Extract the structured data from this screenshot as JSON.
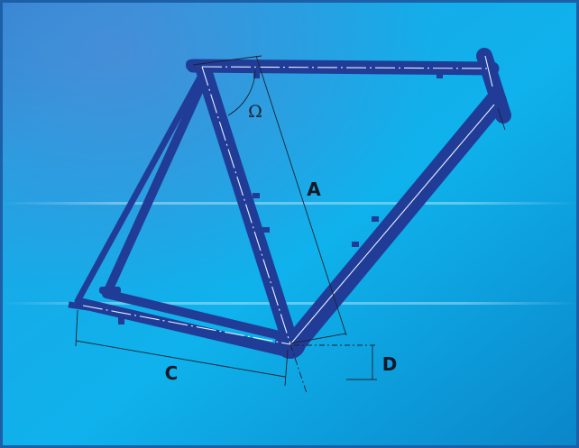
{
  "diagram": {
    "labels": {
      "angle": "Ω",
      "a": "A",
      "c": "C",
      "d": "D"
    },
    "colors": {
      "background_top": "#1f8fd8",
      "background_mid": "#14b4ec",
      "frame": "#213c97",
      "frame_dark": "#1a2f80",
      "dimension_line": "#1b2230",
      "centerline": "#e6f1ff",
      "border": "#1c5fa6"
    }
  }
}
